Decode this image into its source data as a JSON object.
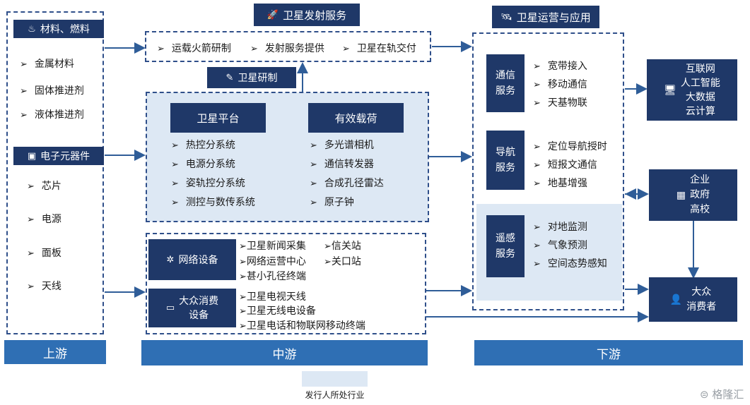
{
  "upstream": {
    "materials_header": "材料、燃料",
    "materials": [
      "金属材料",
      "固体推进剂",
      "液体推进剂"
    ],
    "electronics_header": "电子元器件",
    "electronics": [
      "芯片",
      "电源",
      "面板",
      "天线"
    ],
    "band": "上游"
  },
  "midstream": {
    "launch_title": "卫星发射服务",
    "launch_items": [
      "运载火箭研制",
      "发射服务提供",
      "卫星在轨交付"
    ],
    "research_title": "卫星研制",
    "platform_header": "卫星平台",
    "platform_items": [
      "热控分系统",
      "电源分系统",
      "姿轨控分系统",
      "测控与数传系统"
    ],
    "payload_header": "有效载荷",
    "payload_items": [
      "多光谱相机",
      "通信转发器",
      "合成孔径雷达",
      "原子钟"
    ],
    "network_header": "网络设备",
    "network_items_left": [
      "卫星新闻采集",
      "网络运营中心",
      "甚小孔径终端"
    ],
    "network_items_right": [
      "信关站",
      "关口站"
    ],
    "consumer_header_line1": "大众消费",
    "consumer_header_line2": "设备",
    "consumer_items": [
      "卫星电视天线",
      "卫星无线电设备",
      "卫星电话和物联网移动终端"
    ],
    "band": "中游"
  },
  "downstream": {
    "title": "卫星运营与应用",
    "comm_header_line1": "通信",
    "comm_header_line2": "服务",
    "comm_items": [
      "宽带接入",
      "移动通信",
      "天基物联"
    ],
    "nav_header_line1": "导航",
    "nav_header_line2": "服务",
    "nav_items": [
      "定位导航授时",
      "短报文通信",
      "地基增强"
    ],
    "rs_header_line1": "遥感",
    "rs_header_line2": "服务",
    "rs_items": [
      "对地监测",
      "气象预测",
      "空间态势感知"
    ],
    "band": "下游"
  },
  "customers": {
    "internet": [
      "互联网",
      "人工智能",
      "大数据",
      "云计算"
    ],
    "enterprise": [
      "企业",
      "政府",
      "高校"
    ],
    "consumer": [
      "大众",
      "消费者"
    ]
  },
  "legend_label": "发行人所处行业",
  "watermark": "格隆汇",
  "colors": {
    "navy": "#1f3868",
    "band": "#2f6fb4",
    "light": "#dde8f4",
    "dash": "#2f4f8a"
  }
}
